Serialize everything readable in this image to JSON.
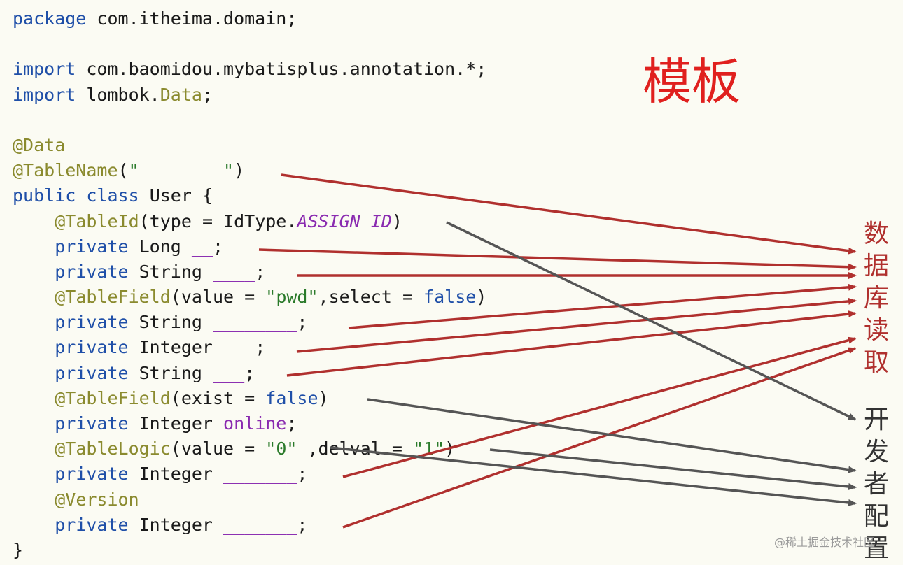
{
  "code_lines": [
    [
      {
        "t": "package",
        "c": "kw"
      },
      {
        "t": " com.itheima.domain;",
        "c": "bl"
      }
    ],
    [],
    [
      {
        "t": "import",
        "c": "kw"
      },
      {
        "t": " com.baomidou.mybatisplus.annotation.*;",
        "c": "bl"
      }
    ],
    [
      {
        "t": "import",
        "c": "kw"
      },
      {
        "t": " lombok.",
        "c": "bl"
      },
      {
        "t": "Data",
        "c": "ty"
      },
      {
        "t": ";",
        "c": "bl"
      }
    ],
    [],
    [
      {
        "t": "@Data",
        "c": "an"
      }
    ],
    [
      {
        "t": "@TableName",
        "c": "an"
      },
      {
        "t": "(",
        "c": "bl"
      },
      {
        "t": "\"________\"",
        "c": "st"
      },
      {
        "t": ")",
        "c": "bl"
      }
    ],
    [
      {
        "t": "public",
        "c": "kw"
      },
      {
        "t": " ",
        "c": "bl"
      },
      {
        "t": "class",
        "c": "kw"
      },
      {
        "t": " User {",
        "c": "bl"
      }
    ],
    [
      {
        "t": "    ",
        "c": "bl"
      },
      {
        "t": "@TableId",
        "c": "an"
      },
      {
        "t": "(type = IdType.",
        "c": "bl"
      },
      {
        "t": "ASSIGN_ID",
        "c": "ct"
      },
      {
        "t": ")",
        "c": "bl"
      }
    ],
    [
      {
        "t": "    ",
        "c": "bl"
      },
      {
        "t": "private",
        "c": "kw"
      },
      {
        "t": " Long ",
        "c": "bl"
      },
      {
        "t": "__",
        "c": "fd"
      },
      {
        "t": ";",
        "c": "bl"
      }
    ],
    [
      {
        "t": "    ",
        "c": "bl"
      },
      {
        "t": "private",
        "c": "kw"
      },
      {
        "t": " String ",
        "c": "bl"
      },
      {
        "t": "____",
        "c": "fd"
      },
      {
        "t": ";",
        "c": "bl"
      }
    ],
    [
      {
        "t": "    ",
        "c": "bl"
      },
      {
        "t": "@TableField",
        "c": "an"
      },
      {
        "t": "(value = ",
        "c": "bl"
      },
      {
        "t": "\"pwd\"",
        "c": "st"
      },
      {
        "t": ",select = ",
        "c": "bl"
      },
      {
        "t": "false",
        "c": "kw"
      },
      {
        "t": ")",
        "c": "bl"
      }
    ],
    [
      {
        "t": "    ",
        "c": "bl"
      },
      {
        "t": "private",
        "c": "kw"
      },
      {
        "t": " String ",
        "c": "bl"
      },
      {
        "t": "________",
        "c": "fd"
      },
      {
        "t": ";",
        "c": "bl"
      }
    ],
    [
      {
        "t": "    ",
        "c": "bl"
      },
      {
        "t": "private",
        "c": "kw"
      },
      {
        "t": " Integer ",
        "c": "bl"
      },
      {
        "t": "___",
        "c": "fd"
      },
      {
        "t": ";",
        "c": "bl"
      }
    ],
    [
      {
        "t": "    ",
        "c": "bl"
      },
      {
        "t": "private",
        "c": "kw"
      },
      {
        "t": " String ",
        "c": "bl"
      },
      {
        "t": "___",
        "c": "fd"
      },
      {
        "t": ";",
        "c": "bl"
      }
    ],
    [
      {
        "t": "    ",
        "c": "bl"
      },
      {
        "t": "@TableField",
        "c": "an"
      },
      {
        "t": "(exist = ",
        "c": "bl"
      },
      {
        "t": "false",
        "c": "kw"
      },
      {
        "t": ")",
        "c": "bl"
      }
    ],
    [
      {
        "t": "    ",
        "c": "bl"
      },
      {
        "t": "private",
        "c": "kw"
      },
      {
        "t": " Integer ",
        "c": "bl"
      },
      {
        "t": "online",
        "c": "fd"
      },
      {
        "t": ";",
        "c": "bl"
      }
    ],
    [
      {
        "t": "    ",
        "c": "bl"
      },
      {
        "t": "@TableLogic",
        "c": "an"
      },
      {
        "t": "(value = ",
        "c": "bl"
      },
      {
        "t": "\"0\"",
        "c": "st"
      },
      {
        "t": " ,delval = ",
        "c": "bl"
      },
      {
        "t": "\"1\"",
        "c": "st"
      },
      {
        "t": ")",
        "c": "bl"
      }
    ],
    [
      {
        "t": "    ",
        "c": "bl"
      },
      {
        "t": "private",
        "c": "kw"
      },
      {
        "t": " Integer ",
        "c": "bl"
      },
      {
        "t": "_______",
        "c": "fd"
      },
      {
        "t": ";",
        "c": "bl"
      }
    ],
    [
      {
        "t": "    ",
        "c": "bl"
      },
      {
        "t": "@Version",
        "c": "an"
      }
    ],
    [
      {
        "t": "    ",
        "c": "bl"
      },
      {
        "t": "private",
        "c": "kw"
      },
      {
        "t": " Integer ",
        "c": "bl"
      },
      {
        "t": "_______",
        "c": "fd"
      },
      {
        "t": ";",
        "c": "bl"
      }
    ],
    [
      {
        "t": "}",
        "c": "bl"
      }
    ]
  ],
  "labels": {
    "title": "模板",
    "db_read": "数据库读取",
    "dev_config": "开发者配置",
    "watermark": "@稀土掘金技术社区"
  },
  "colors": {
    "keyword": "#1f4fa8",
    "annotation": "#8a8a2e",
    "string": "#2a7a2a",
    "field": "#8a2bb0",
    "db_arrow": "#b0302e",
    "dev_arrow": "#555555",
    "title": "#e0201e"
  },
  "arrow_icons": [
    "arrow-left-icon"
  ]
}
